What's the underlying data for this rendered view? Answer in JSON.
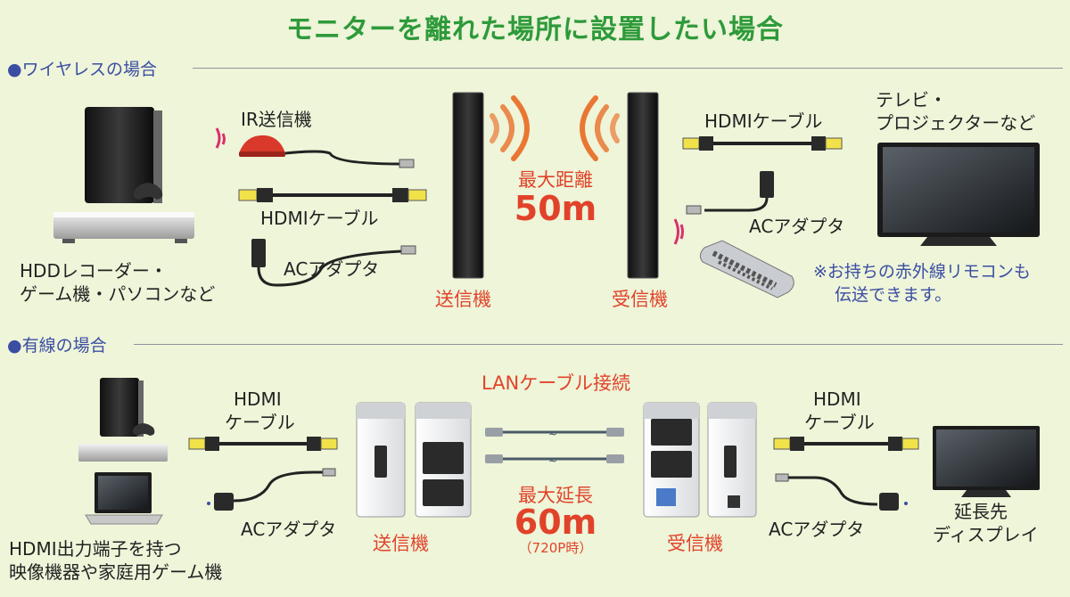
{
  "title": "モニターを離れた場所に設置したい場合",
  "wireless": {
    "heading": "●ワイヤレスの場合",
    "source_label_1": "HDDレコーダー・",
    "source_label_2": "ゲーム機・パソコンなど",
    "ir_label": "IR送信機",
    "hdmi_left_label": "HDMIケーブル",
    "ac_left_label": "ACアダプタ",
    "distance_line1": "最大距離",
    "distance_line2": "50m",
    "tx_label": "送信機",
    "rx_label": "受信機",
    "hdmi_right_label": "HDMIケーブル",
    "ac_right_label": "ACアダプタ",
    "tv_label_1": "テレビ・",
    "tv_label_2": "プロジェクターなど",
    "note_1": "※お持ちの赤外線リモコンも",
    "note_2": "伝送できます。"
  },
  "wired": {
    "heading": "●有線の場合",
    "lan_label": "LANケーブル接続",
    "hdmi_left_1": "HDMI",
    "hdmi_left_2": "ケーブル",
    "ac_left_label": "ACアダプタ",
    "source_label_1": "HDMI出力端子を持つ",
    "source_label_2": "映像機器や家庭用ゲーム機",
    "tx_label": "送信機",
    "distance_line1": "最大延長",
    "distance_line2": "60m",
    "distance_line3": "（720P時）",
    "rx_label": "受信機",
    "hdmi_right_1": "HDMI",
    "hdmi_right_2": "ケーブル",
    "ac_right_label": "ACアダプタ",
    "display_label_1": "延長先",
    "display_label_2": "ディスプレイ"
  },
  "colors": {
    "title": "#2e9a3a",
    "heading": "#3b4ea3",
    "accent": "#e1432a",
    "background": "#eef5d9",
    "hdmi_plug": "#f2e24a"
  }
}
